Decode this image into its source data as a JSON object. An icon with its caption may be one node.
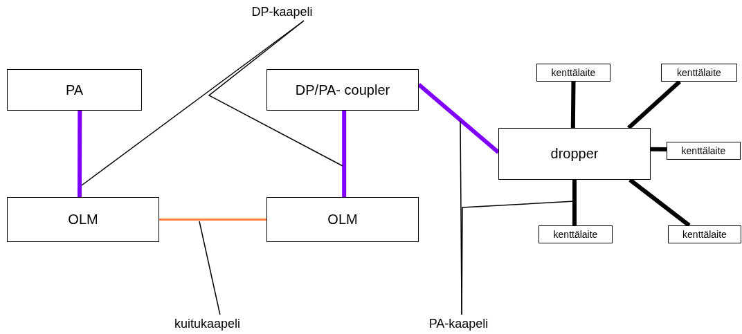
{
  "diagram": {
    "nodes": [
      {
        "text": [
          "PA"
        ]
      },
      {
        "text": [
          "DP/PA- coupler"
        ]
      },
      {
        "text": [
          "OLM"
        ]
      },
      {
        "text": [
          "OLM"
        ]
      },
      {
        "text": [
          "dropper"
        ]
      },
      {
        "text": [
          "kenttälaite"
        ]
      },
      {
        "text": [
          "kenttälaite"
        ]
      },
      {
        "text": [
          "kenttälaite"
        ]
      },
      {
        "text": [
          "kenttälaite"
        ]
      },
      {
        "text": [
          "kenttälaite"
        ]
      },
      {
        "text": [
          "DP-kaapeli"
        ]
      },
      {
        "text": [
          "kuitukaapeli"
        ]
      },
      {
        "text": [
          "PA-kaapeli"
        ]
      }
    ],
    "edges": [
      {
        "from": 0,
        "to": 2,
        "arrow": "none",
        "color": "#8000ff"
      },
      {
        "from": 1,
        "to": 3,
        "arrow": "none",
        "color": "#8000ff"
      },
      {
        "from": 1,
        "to": 4,
        "arrow": "none",
        "color": "#8000ff"
      },
      {
        "from": 2,
        "to": 3,
        "arrow": "none",
        "color": "#ff8040"
      },
      {
        "from": 4,
        "to": 5,
        "arrow": "none"
      },
      {
        "from": 4,
        "to": 6,
        "arrow": "none"
      },
      {
        "from": 4,
        "to": 7,
        "arrow": "none"
      },
      {
        "from": 4,
        "to": 8,
        "arrow": "none"
      },
      {
        "from": 4,
        "to": 9,
        "arrow": "none"
      },
      {
        "from": 10,
        "to": null,
        "arrow": "none"
      },
      {
        "from": 10,
        "to": null,
        "arrow": "none"
      },
      {
        "from": 11,
        "to": null,
        "arrow": "none"
      },
      {
        "from": 12,
        "to": null,
        "arrow": "none"
      },
      {
        "from": 12,
        "to": null,
        "arrow": "none"
      }
    ]
  }
}
